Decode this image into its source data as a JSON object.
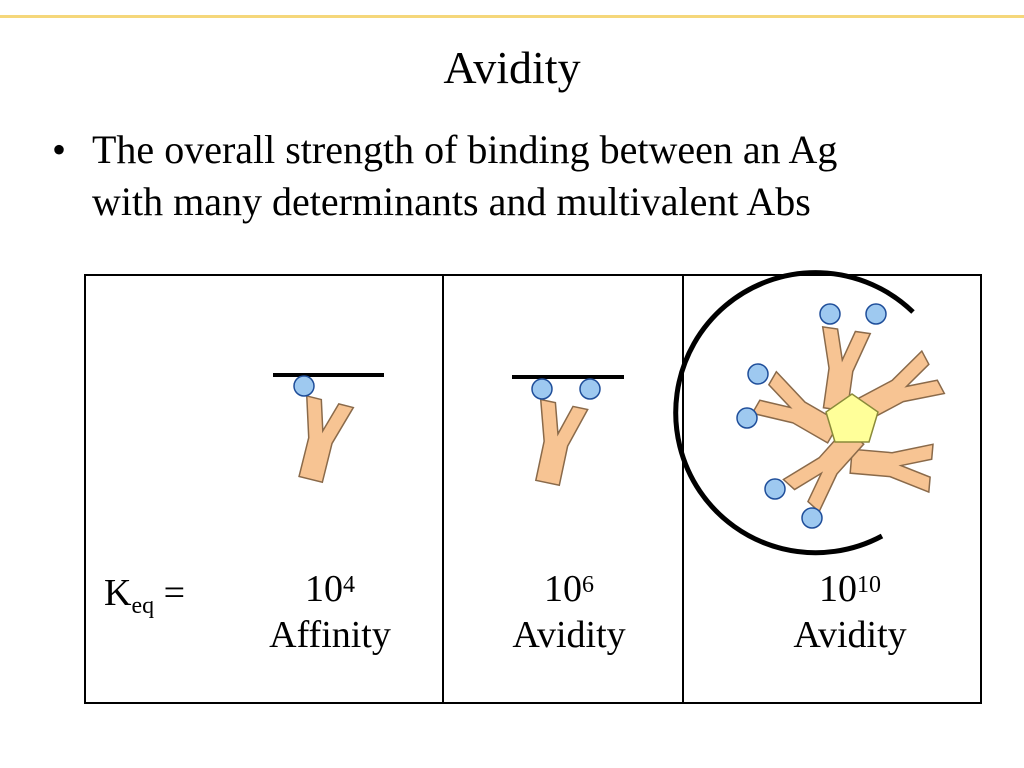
{
  "slide": {
    "title": "Avidity",
    "bullet": "•",
    "bullet_lines": [
      "The overall strength of binding between an Ag",
      "with many determinants and multivalent Abs"
    ]
  },
  "figure": {
    "keq_symbol": "K",
    "keq_subscript": "eq",
    "keq_equals": " =",
    "panels": [
      {
        "base": "10",
        "exponent": "4",
        "label": "Affinity"
      },
      {
        "base": "10",
        "exponent": "6",
        "label": "Avidity"
      },
      {
        "base": "10",
        "exponent": "10",
        "label": "Avidity"
      }
    ]
  },
  "colors": {
    "accent_rule": "#f5d77a",
    "antibody_fill": "#f7c493",
    "antibody_stroke": "#8a6a4a",
    "epitope_fill": "#9ec9f0",
    "epitope_stroke": "#1f4e9a",
    "antigen_fill": "#ffff99",
    "antigen_stroke": "#8a8a3a",
    "line": "#000000"
  }
}
